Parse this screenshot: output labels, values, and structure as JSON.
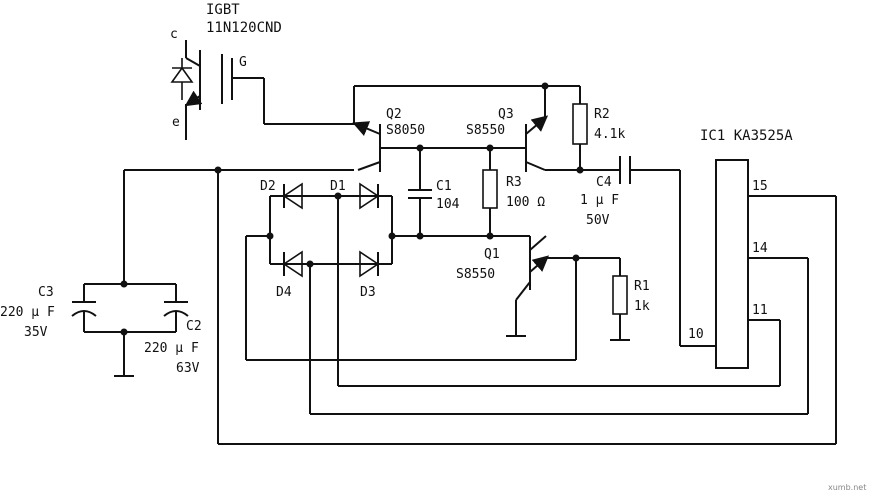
{
  "igbt": {
    "title": "IGBT",
    "part": "11N120CND",
    "pin_c": "c",
    "pin_g": "G",
    "pin_e": "e"
  },
  "q2": {
    "ref": "Q2",
    "part": "S8050"
  },
  "q3": {
    "ref": "Q3",
    "part": "S8550"
  },
  "q1": {
    "ref": "Q1",
    "part": "S8550"
  },
  "r2": {
    "ref": "R2",
    "value": "4.1k"
  },
  "r3": {
    "ref": "R3",
    "value": "100 Ω"
  },
  "r1": {
    "ref": "R1",
    "value": "1k"
  },
  "c1": {
    "ref": "C1",
    "value": "104"
  },
  "c4": {
    "ref": "C4",
    "value": "1 μ F",
    "voltage": "50V"
  },
  "c3": {
    "ref": "C3",
    "value": "220 μ F",
    "voltage": "35V"
  },
  "c2": {
    "ref": "C2",
    "value": "220 μ F",
    "voltage": "63V"
  },
  "diodes": {
    "d1": "D1",
    "d2": "D2",
    "d3": "D3",
    "d4": "D4"
  },
  "ic": {
    "label": "IC1  KA3525A",
    "pin15": "15",
    "pin14": "14",
    "pin11": "11",
    "pin10": "10"
  },
  "watermark": "xumb.net"
}
